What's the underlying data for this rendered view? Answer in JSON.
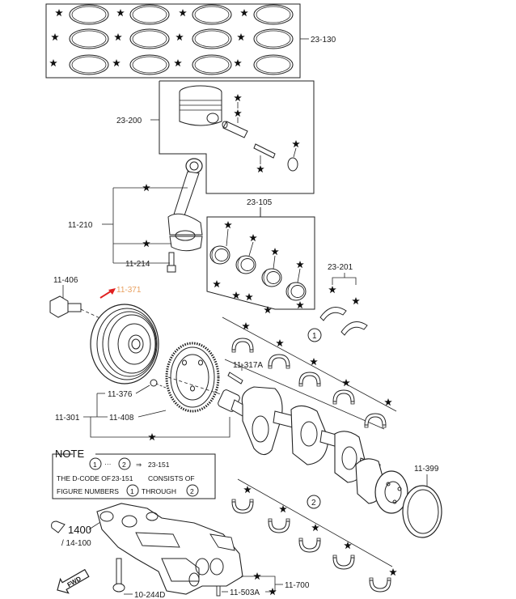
{
  "labels": {
    "piston_rings": "23-130",
    "piston": "23-200",
    "main_bearings": "23-105",
    "connecting_rod": "11-210",
    "rod_bolt": "11-214",
    "thrust_washers": "23-201",
    "pulley_bolt": "11-406",
    "pulley": "11-371",
    "key": "11-317A",
    "reluctor_bolt": "11-376",
    "reluctor_plate": "11-408",
    "crank_assy": "11-301",
    "rear_seal": "11-399",
    "oil_pump_ref": "1400",
    "oil_pump_sub": "/ 14-100",
    "oil_pump_bolt": "10-244D",
    "pump_part": "11-503A",
    "pump_assy": "11-700"
  },
  "circle_numbers": {
    "one": "1",
    "two": "2"
  },
  "note": {
    "title": "NOTE",
    "line1_dots": "···",
    "line1_arrow": "⇒",
    "line1_ref": "23-151",
    "line2_a": "THE D-CODE OF",
    "line2_ref": "23-151",
    "line2_b": "CONSISTS OF",
    "line3_a": "FIGURE NUMBERS",
    "line3_b": "THROUGH"
  },
  "fwd_label": "FWD",
  "colors": {
    "line": "#222222",
    "highlight_label": "#e8a060",
    "arrow": "#e02020"
  }
}
